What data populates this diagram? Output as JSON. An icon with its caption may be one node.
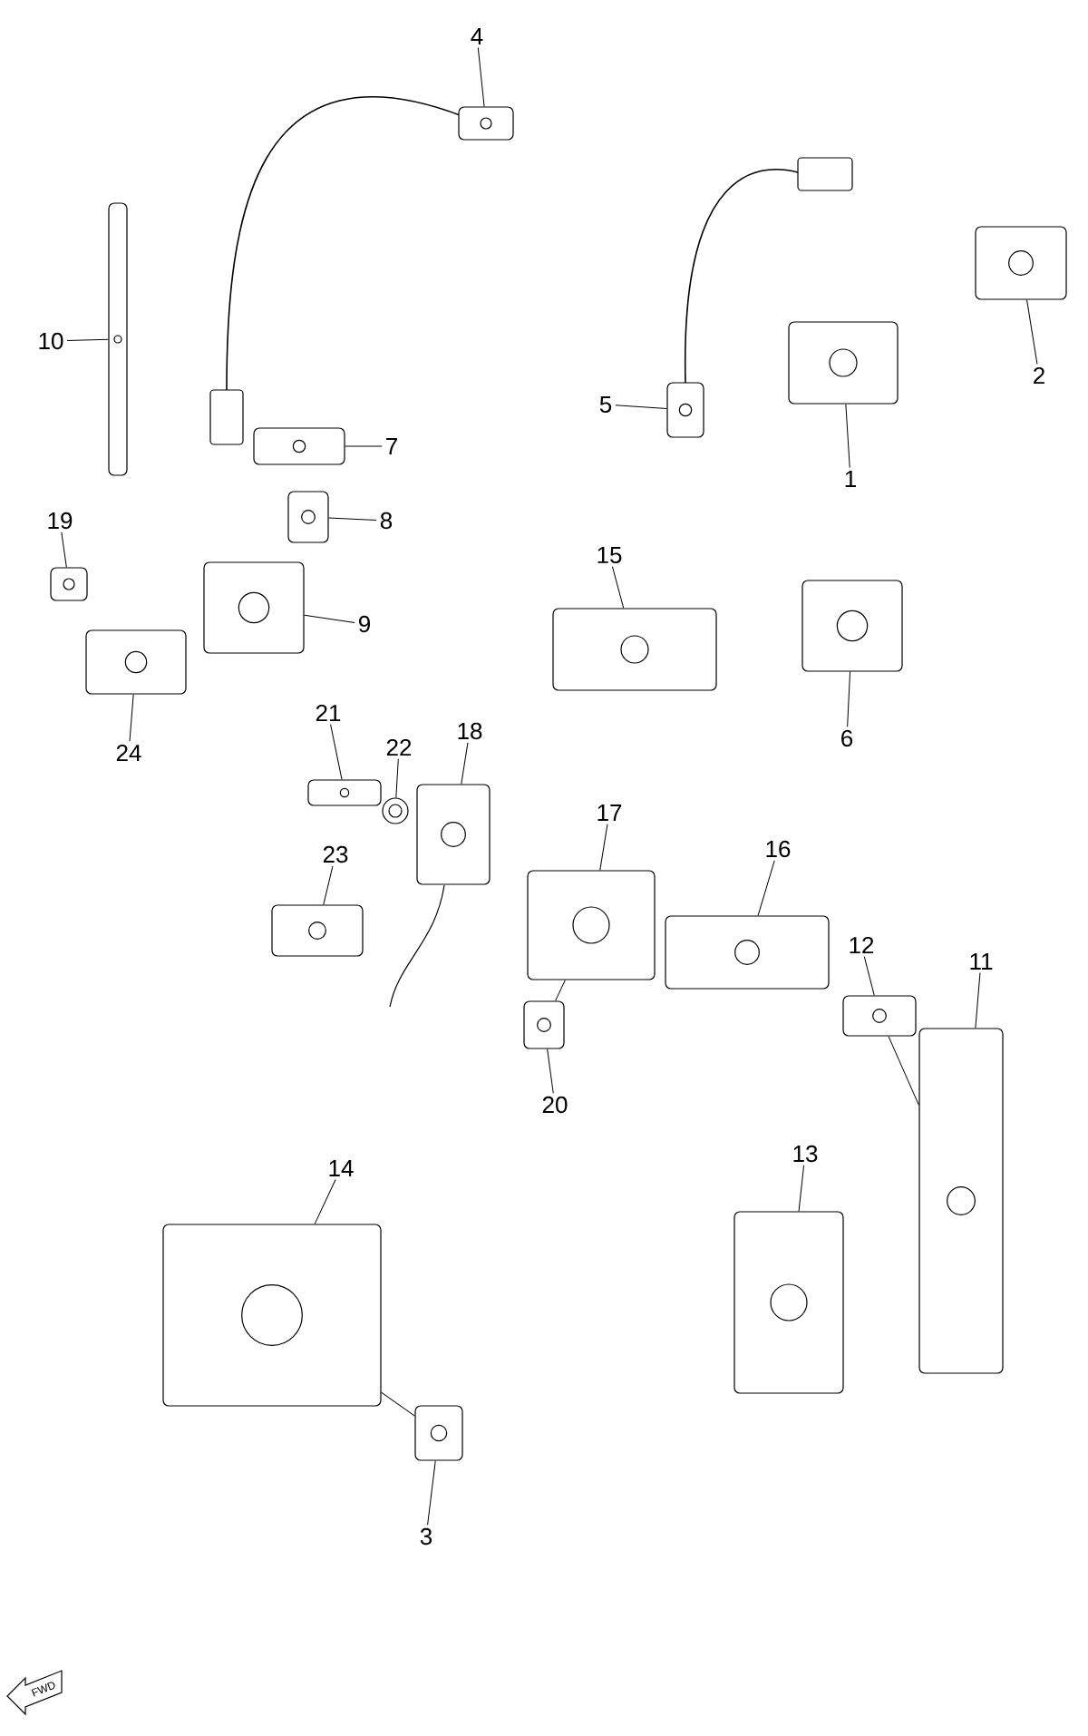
{
  "diagram": {
    "nodes": [
      {
        "text": [
          "4"
        ]
      },
      {
        "text": [
          "10"
        ]
      },
      {
        "text": [
          "5"
        ]
      },
      {
        "text": [
          "2"
        ]
      },
      {
        "text": [
          "1"
        ]
      },
      {
        "text": [
          "7"
        ]
      },
      {
        "text": [
          "8"
        ]
      },
      {
        "text": [
          "19"
        ]
      },
      {
        "text": [
          "9"
        ]
      },
      {
        "text": [
          "15"
        ]
      },
      {
        "text": [
          "6"
        ]
      },
      {
        "text": [
          "24"
        ]
      },
      {
        "text": [
          "21"
        ]
      },
      {
        "text": [
          "22"
        ]
      },
      {
        "text": [
          "18"
        ]
      },
      {
        "text": [
          "23"
        ]
      },
      {
        "text": [
          "17"
        ]
      },
      {
        "text": [
          "16"
        ]
      },
      {
        "text": [
          "12"
        ]
      },
      {
        "text": [
          "11"
        ]
      },
      {
        "text": [
          "20"
        ]
      },
      {
        "text": [
          "13"
        ]
      },
      {
        "text": [
          "14"
        ]
      },
      {
        "text": [
          "3"
        ]
      },
      {
        "text": [],
        "shape": "picture"
      },
      {
        "text": [],
        "shape": "picture"
      },
      {
        "text": [],
        "shape": "picture"
      },
      {
        "text": [],
        "shape": "picture"
      },
      {
        "text": [],
        "shape": "picture"
      },
      {
        "text": [],
        "shape": "picture"
      },
      {
        "text": [],
        "shape": "picture"
      },
      {
        "text": [],
        "shape": "picture"
      },
      {
        "text": [],
        "shape": "picture"
      },
      {
        "text": [],
        "shape": "picture"
      },
      {
        "text": [],
        "shape": "picture"
      },
      {
        "text": [],
        "shape": "picture"
      },
      {
        "text": [],
        "shape": "picture"
      },
      {
        "text": [],
        "shape": "circle"
      },
      {
        "text": [],
        "shape": "picture"
      },
      {
        "text": [],
        "shape": "picture"
      },
      {
        "text": [],
        "shape": "picture"
      },
      {
        "text": [],
        "shape": "picture"
      },
      {
        "text": [],
        "shape": "picture"
      },
      {
        "text": [],
        "shape": "picture"
      },
      {
        "text": [],
        "shape": "picture"
      },
      {
        "text": [],
        "shape": "picture"
      },
      {
        "text": [],
        "shape": "picture"
      },
      {
        "text": [],
        "shape": "picture"
      }
    ],
    "edges": [
      {
        "from": 0,
        "to": 24,
        "arrow": "none"
      },
      {
        "from": 1,
        "to": 25,
        "arrow": "none"
      },
      {
        "from": 2,
        "to": 26,
        "arrow": "none"
      },
      {
        "from": 3,
        "to": 27,
        "arrow": "none"
      },
      {
        "from": 4,
        "to": 28,
        "arrow": "none"
      },
      {
        "from": 5,
        "to": 29,
        "arrow": "none"
      },
      {
        "from": 6,
        "to": 30,
        "arrow": "none"
      },
      {
        "from": 7,
        "to": 31,
        "arrow": "none"
      },
      {
        "from": 8,
        "to": 32,
        "arrow": "none"
      },
      {
        "from": 9,
        "to": 33,
        "arrow": "none"
      },
      {
        "from": 10,
        "to": 34,
        "arrow": "none"
      },
      {
        "from": 11,
        "to": 35,
        "arrow": "none"
      },
      {
        "from": 12,
        "to": 36,
        "arrow": "none"
      },
      {
        "from": 13,
        "to": 37,
        "arrow": "none"
      },
      {
        "from": 14,
        "to": 38,
        "arrow": "none"
      },
      {
        "from": 15,
        "to": 39,
        "arrow": "none"
      },
      {
        "from": 16,
        "to": 40,
        "arrow": "none"
      },
      {
        "from": 17,
        "to": 41,
        "arrow": "none"
      },
      {
        "from": 18,
        "to": 42,
        "arrow": "none"
      },
      {
        "from": 19,
        "to": 43,
        "arrow": "none"
      },
      {
        "from": 20,
        "to": 44,
        "arrow": "none"
      },
      {
        "from": 21,
        "to": 45,
        "arrow": "none"
      },
      {
        "from": 22,
        "to": 46,
        "arrow": "none"
      },
      {
        "from": 23,
        "to": 47,
        "arrow": "none"
      },
      {
        "from": 44,
        "to": 40,
        "arrow": "none"
      },
      {
        "from": 42,
        "to": 43,
        "arrow": "none"
      },
      {
        "from": 47,
        "to": 46,
        "arrow": "none"
      }
    ],
    "labels": [
      "FWD"
    ]
  }
}
